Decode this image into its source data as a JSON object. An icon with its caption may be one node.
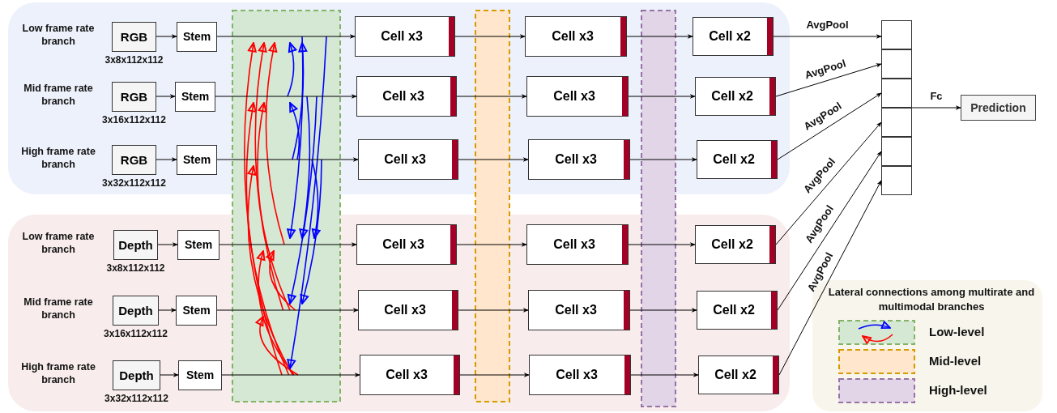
{
  "diagram": {
    "nodes": [
      {
        "text": [],
        "shape": "box"
      },
      {
        "text": [],
        "shape": "box"
      },
      {
        "text": [
          "RGB"
        ],
        "beside": [
          "Low frame rate branch",
          "3x8x112x112"
        ],
        "in": 0
      },
      {
        "text": [
          "Stem"
        ],
        "in": 0
      },
      {
        "text": [
          "Cell x3"
        ],
        "in": 0
      },
      {
        "text": [
          "Cell x3"
        ],
        "in": 0
      },
      {
        "text": [
          "Cell x2"
        ],
        "in": 0
      },
      {
        "text": [
          "RGB"
        ],
        "beside": [
          "Mid frame rate branch",
          "3x16x112x112"
        ],
        "in": 0
      },
      {
        "text": [
          "Stem"
        ],
        "in": 0
      },
      {
        "text": [
          "Cell x3"
        ],
        "in": 0
      },
      {
        "text": [
          "Cell x3"
        ],
        "in": 0
      },
      {
        "text": [
          "Cell x2"
        ],
        "in": 0
      },
      {
        "text": [
          "RGB"
        ],
        "beside": [
          "High frame rate branch",
          "3x32x112x112"
        ],
        "in": 0
      },
      {
        "text": [
          "Stem"
        ],
        "in": 0
      },
      {
        "text": [
          "Cell x3"
        ],
        "in": 0
      },
      {
        "text": [
          "Cell x3"
        ],
        "in": 0
      },
      {
        "text": [
          "Cell x2"
        ],
        "in": 0
      },
      {
        "text": [
          "Depth"
        ],
        "beside": [
          "Low frame rate branch",
          "3x8x112x112"
        ],
        "in": 1
      },
      {
        "text": [
          "Stem"
        ],
        "in": 1
      },
      {
        "text": [
          "Cell x3"
        ],
        "in": 1
      },
      {
        "text": [
          "Cell x3"
        ],
        "in": 1
      },
      {
        "text": [
          "Cell x2"
        ],
        "in": 1
      },
      {
        "text": [
          "Depth"
        ],
        "beside": [
          "Mid frame rate branch",
          "3x16x112x112"
        ],
        "in": 1
      },
      {
        "text": [
          "Stem"
        ],
        "in": 1
      },
      {
        "text": [
          "Cell x3"
        ],
        "in": 1
      },
      {
        "text": [
          "Cell x3"
        ],
        "in": 1
      },
      {
        "text": [
          "Cell x2"
        ],
        "in": 1
      },
      {
        "text": [
          "Depth"
        ],
        "beside": [
          "High frame rate branch",
          "3x32x112x112"
        ],
        "in": 1
      },
      {
        "text": [
          "Stem"
        ],
        "in": 1
      },
      {
        "text": [
          "Cell x3"
        ],
        "in": 1
      },
      {
        "text": [
          "Cell x3"
        ],
        "in": 1
      },
      {
        "text": [
          "Cell x2"
        ],
        "in": 1
      },
      {
        "text": [],
        "shape": "box"
      },
      {
        "text": [],
        "shape": "box"
      },
      {
        "text": [],
        "shape": "box"
      },
      {
        "text": [],
        "shape": "box"
      },
      {
        "text": [],
        "shape": "box"
      },
      {
        "text": [],
        "shape": "box"
      },
      {
        "text": [
          "Prediction"
        ]
      }
    ],
    "edges": [
      {
        "from": 2,
        "to": 3,
        "arrow": "to"
      },
      {
        "from": 3,
        "to": 4,
        "arrow": "to"
      },
      {
        "from": 4,
        "to": 5,
        "arrow": "to"
      },
      {
        "from": 5,
        "to": 6,
        "arrow": "to"
      },
      {
        "from": 6,
        "to": 32,
        "arrow": "to",
        "label": "AvgPool"
      },
      {
        "from": 7,
        "to": 8,
        "arrow": "to"
      },
      {
        "from": 8,
        "to": 9,
        "arrow": "to"
      },
      {
        "from": 9,
        "to": 10,
        "arrow": "to"
      },
      {
        "from": 10,
        "to": 11,
        "arrow": "to"
      },
      {
        "from": 11,
        "to": 33,
        "arrow": "to",
        "label": "AvgPool"
      },
      {
        "from": 12,
        "to": 13,
        "arrow": "to"
      },
      {
        "from": 13,
        "to": 14,
        "arrow": "to"
      },
      {
        "from": 14,
        "to": 15,
        "arrow": "to"
      },
      {
        "from": 15,
        "to": 16,
        "arrow": "to"
      },
      {
        "from": 16,
        "to": 34,
        "arrow": "to",
        "label": "AvgPool"
      },
      {
        "from": 17,
        "to": 18,
        "arrow": "to"
      },
      {
        "from": 18,
        "to": 19,
        "arrow": "to"
      },
      {
        "from": 19,
        "to": 20,
        "arrow": "to"
      },
      {
        "from": 20,
        "to": 21,
        "arrow": "to"
      },
      {
        "from": 21,
        "to": 35,
        "arrow": "to",
        "label": "AvgPool"
      },
      {
        "from": 22,
        "to": 23,
        "arrow": "to"
      },
      {
        "from": 23,
        "to": 24,
        "arrow": "to"
      },
      {
        "from": 24,
        "to": 25,
        "arrow": "to"
      },
      {
        "from": 25,
        "to": 26,
        "arrow": "to"
      },
      {
        "from": 26,
        "to": 36,
        "arrow": "to",
        "label": "AvgPool"
      },
      {
        "from": 27,
        "to": 28,
        "arrow": "to"
      },
      {
        "from": 28,
        "to": 29,
        "arrow": "to"
      },
      {
        "from": 29,
        "to": 30,
        "arrow": "to"
      },
      {
        "from": 30,
        "to": 31,
        "arrow": "to"
      },
      {
        "from": 31,
        "to": 37,
        "arrow": "to",
        "label": "AvgPool"
      },
      {
        "from": 34,
        "to": 38,
        "arrow": "to",
        "label": "Fc"
      }
    ],
    "labels": [
      "Lateral connections among multirate and multimodal branches"
    ],
    "legend": [
      {
        "text": "Low-level",
        "color": "#d5e8d4"
      },
      {
        "text": "Mid-level",
        "color": "#ffe6cc"
      },
      {
        "text": "High-level",
        "color": "#e1d5e7"
      }
    ]
  }
}
